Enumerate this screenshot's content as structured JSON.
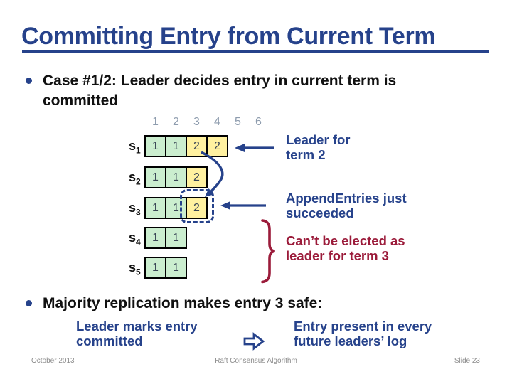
{
  "title": "Committing Entry from Current Term",
  "bullets": [
    {
      "text": "Case #1/2: Leader decides entry in current term is\ncommitted"
    },
    {
      "text": "Majority replication makes entry 3 safe:"
    }
  ],
  "diagram": {
    "column_headers": [
      "1",
      "2",
      "3",
      "4",
      "5",
      "6"
    ],
    "servers": [
      {
        "label": "s",
        "sub": "1",
        "entries": [
          "1",
          "1",
          "2",
          "2"
        ]
      },
      {
        "label": "s",
        "sub": "2",
        "entries": [
          "1",
          "1",
          "2"
        ]
      },
      {
        "label": "s",
        "sub": "3",
        "entries": [
          "1",
          "1",
          "2"
        ]
      },
      {
        "label": "s",
        "sub": "4",
        "entries": [
          "1",
          "1"
        ]
      },
      {
        "label": "s",
        "sub": "5",
        "entries": [
          "1",
          "1"
        ]
      }
    ],
    "highlight": {
      "server_index": 2,
      "entry_index": 2
    },
    "term_colors": {
      "term1": "#CBEECF",
      "term2": "#FFF1A0"
    }
  },
  "callouts": {
    "leader_for_term2": "Leader for\nterm 2",
    "append_entries": "AppendEntries just\nsucceeded",
    "cant_be_elected": "Can’t be elected as\nleader for term 3",
    "leader_marks": "Leader marks entry\ncommitted",
    "entry_present": "Entry present in every\nfuture leaders’ log"
  },
  "colors": {
    "accent_blue": "#26428B",
    "accent_red": "#9B1B3A"
  },
  "footer": {
    "date": "October 2013",
    "title": "Raft Consensus Algorithm",
    "slide_number": "Slide 23"
  }
}
